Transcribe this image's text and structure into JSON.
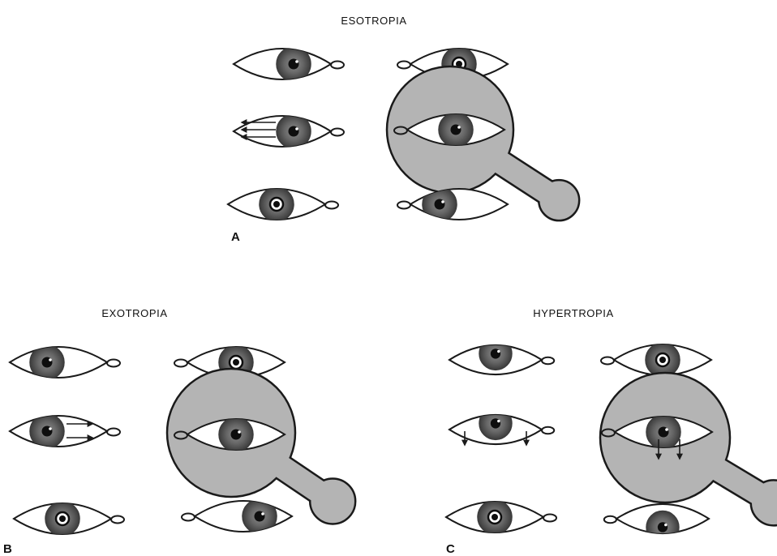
{
  "panels": [
    {
      "title": "ESOTROPIA",
      "label": "A"
    },
    {
      "title": "EXOTROPIA",
      "label": "B"
    },
    {
      "title": "HYPERTROPIA",
      "label": "C"
    }
  ],
  "colors": {
    "occluder": "#b4b4b4",
    "line": "#1a1a1a",
    "iris_outer": "#3c3c3c",
    "iris_inner": "#8c8c8c",
    "pupil": "#0e0e0e",
    "background": "#ffffff"
  }
}
